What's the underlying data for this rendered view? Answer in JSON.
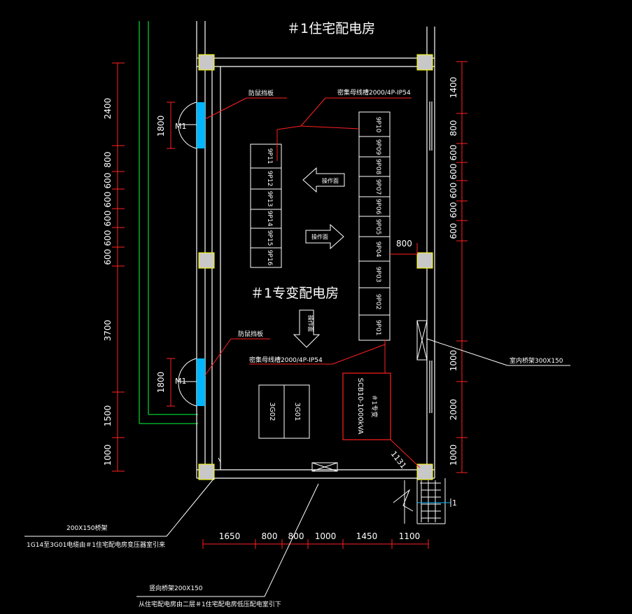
{
  "titles": {
    "top_room": "＃1住宅配电房",
    "main_room": "＃1专变配电房"
  },
  "doors": {
    "m1_top": "M1",
    "m1_bottom": "M1"
  },
  "dims_left": [
    "2400",
    "800",
    "600",
    "600",
    "600",
    "600",
    "600",
    "3700",
    "1500",
    "1000"
  ],
  "dims_door": [
    "1800",
    "1800"
  ],
  "dims_right": [
    "1400",
    "800",
    "600",
    "600",
    "600",
    "600",
    "600",
    "1000",
    "2000",
    "1000"
  ],
  "dims_bottom": [
    "1650",
    "800",
    "800",
    "1000",
    "1450",
    "1100"
  ],
  "dim_800": "800",
  "dim_1131": "1131",
  "panels_right": [
    "9P10",
    "9P09",
    "9P08",
    "9P07",
    "9P06",
    "9P05",
    "9P04",
    "9P03",
    "9P02",
    "9P01"
  ],
  "panels_left": [
    "9P11",
    "9P12",
    "9P13",
    "9P14",
    "9P15",
    "9P16"
  ],
  "transformer": {
    "line1": "SCB10-1000kVA",
    "line2": "＃1专变"
  },
  "cabinets": [
    "3G02",
    "3G01"
  ],
  "arrows": {
    "left": "操作面",
    "right": "操作面",
    "down": "操作面"
  },
  "notes": {
    "busway_top": "密集母线槽2000/4P-IP54",
    "busway_mid": "密集母线槽2000/4P-IP54",
    "anti_rat_top": "防鼠挡板",
    "anti_rat_bottom": "防鼠挡板",
    "trench_right": "室内桥架300X150",
    "trench_bottom_1": "200X150桥架",
    "trench_bottom_2": "1G14至3G01电缆由＃1住宅配电房变压器室引来",
    "trench_bottom_3": "竖向桥架200X150",
    "trench_bottom_4": "从住宅配电房由二层＃1住宅配电房低压配电室引下"
  },
  "marker_right": "1"
}
